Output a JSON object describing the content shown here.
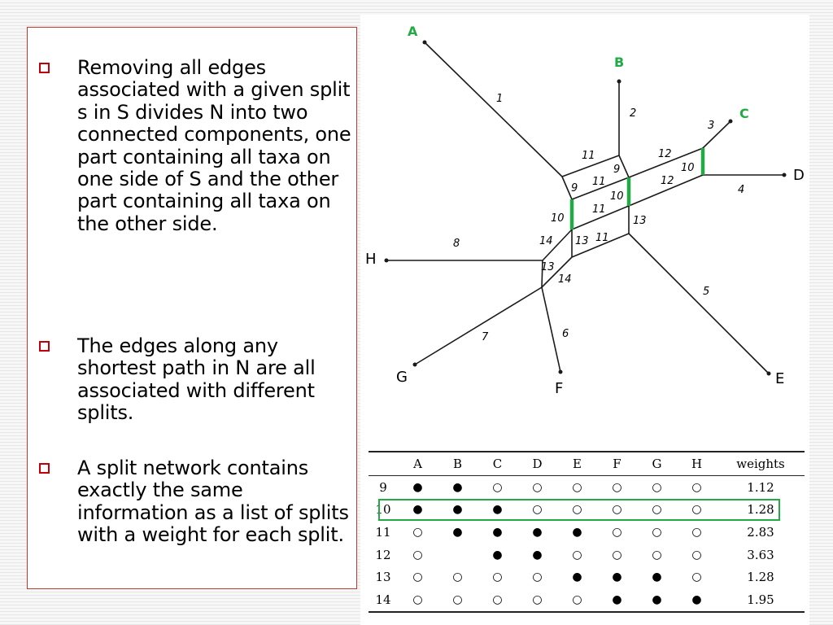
{
  "bullets": [
    {
      "text": "Removing all edges associated with a given split s in S divides N into two connected components, one part containing all taxa on one side of S and the other part containing all taxa on the other side."
    },
    {
      "text": "The edges along any shortest path in N are all associated with different splits."
    },
    {
      "text": "A split network contains exactly the same information as a list of splits with a weight for each split."
    }
  ],
  "network": {
    "taxa": {
      "A": "A",
      "B": "B",
      "C": "C",
      "D": "D",
      "E": "E",
      "F": "F",
      "G": "G",
      "H": "H"
    },
    "edge_labels": [
      "1",
      "2",
      "3",
      "4",
      "5",
      "6",
      "7",
      "8",
      "9",
      "9",
      "10",
      "10",
      "10",
      "11",
      "11",
      "11",
      "11",
      "12",
      "12",
      "13",
      "13",
      "13",
      "14",
      "14"
    ],
    "highlight_color": "#22aa44"
  },
  "table": {
    "headers": [
      "",
      "A",
      "B",
      "C",
      "D",
      "E",
      "F",
      "G",
      "H",
      "weights"
    ],
    "rows": [
      {
        "id": "9",
        "marks": [
          "●",
          "●",
          "○",
          "○",
          "○",
          "○",
          "○",
          "○"
        ],
        "weight": "1.12"
      },
      {
        "id": "10",
        "marks": [
          "●",
          "●",
          "●",
          "○",
          "○",
          "○",
          "○",
          "○"
        ],
        "weight": "1.28"
      },
      {
        "id": "11",
        "marks": [
          "○",
          "●",
          "●",
          "●",
          "●",
          "○",
          "○",
          "○"
        ],
        "weight": "2.83"
      },
      {
        "id": "12",
        "marks": [
          "○",
          "",
          "●",
          "●",
          "○",
          "○",
          "○",
          "○"
        ],
        "weight": "3.63"
      },
      {
        "id": "13",
        "marks": [
          "○",
          "○",
          "○",
          "○",
          "●",
          "●",
          "●",
          "○"
        ],
        "weight": "1.28"
      },
      {
        "id": "14",
        "marks": [
          "○",
          "○",
          "○",
          "○",
          "○",
          "●",
          "●",
          "●"
        ],
        "weight": "1.95"
      }
    ],
    "highlighted_row": "10"
  }
}
